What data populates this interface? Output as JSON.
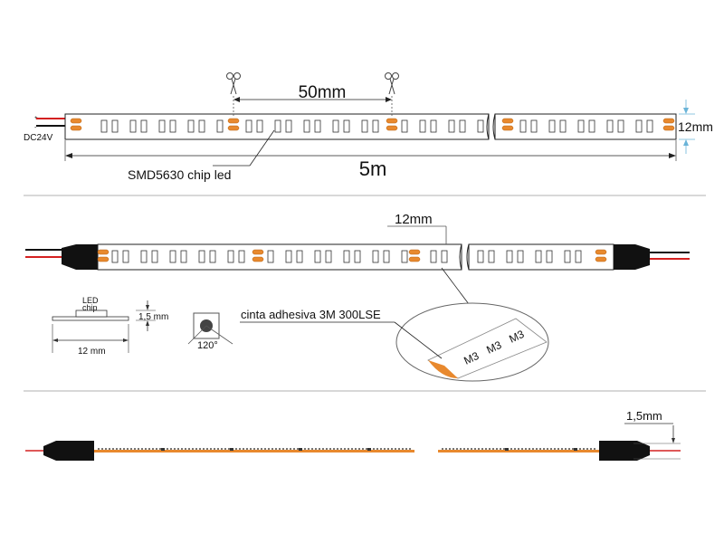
{
  "view1": {
    "pitch_label": "50mm",
    "width_label": "12mm",
    "length_label": "5m",
    "chip_label": "SMD5630 chip led",
    "voltage_label": "DC24V",
    "plus_sign": "+",
    "minus_sign": "-"
  },
  "view2": {
    "width_label": "12mm",
    "adhesive_label": "cinta adhesiva 3M 300LSE",
    "tape_markings": [
      "M3",
      "M3",
      "M3"
    ],
    "cross_section": {
      "led_label": "LED",
      "chip_label": "chip",
      "height_label": "1,5 mm",
      "width_label": "12 mm"
    },
    "angle_label": "120°"
  },
  "view3": {
    "thickness_label": "1,5mm"
  },
  "colors": {
    "line": "#222222",
    "orange": "#e8892e",
    "red_wire": "#d42020",
    "connector": "#111111",
    "divider": "#999999"
  }
}
